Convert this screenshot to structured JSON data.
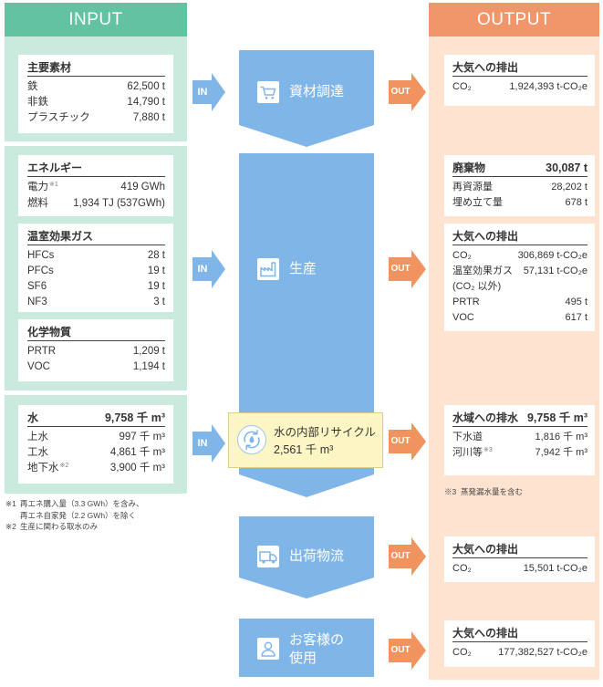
{
  "colors": {
    "input_accent": "#63c2a2",
    "input_bg": "#c9eadc",
    "output_accent": "#f1966b",
    "output_bg": "#fde3d0",
    "flow_blue": "#80b6e7",
    "out_arrow": "#f0935e",
    "recycle_bg": "#fcf6c4",
    "recycle_border": "#d8cf8b"
  },
  "input": {
    "header": "INPUT",
    "materials": {
      "title": "主要素材",
      "items": [
        {
          "label": "鉄",
          "value": "62,500 t"
        },
        {
          "label": "非鉄",
          "value": "14,790 t"
        },
        {
          "label": "プラスチック",
          "value": "7,880 t"
        }
      ]
    },
    "energy": {
      "title": "エネルギー",
      "items": [
        {
          "label": "電力",
          "note": "※1",
          "value": "419 GWh"
        },
        {
          "label": "燃料",
          "value": "1,934 TJ (537GWh)"
        }
      ]
    },
    "ghg": {
      "title": "温室効果ガス",
      "items": [
        {
          "label": "HFCs",
          "value": "28 t"
        },
        {
          "label": "PFCs",
          "value": "19 t"
        },
        {
          "label": "SF6",
          "value": "19 t"
        },
        {
          "label": "NF3",
          "value": "3 t"
        }
      ]
    },
    "chemicals": {
      "title": "化学物質",
      "items": [
        {
          "label": "PRTR",
          "value": "1,209 t"
        },
        {
          "label": "VOC",
          "value": "1,194 t"
        }
      ]
    },
    "water": {
      "title": "水",
      "total": "9,758 千 m³",
      "items": [
        {
          "label": "上水",
          "value": "997 千 m³"
        },
        {
          "label": "工水",
          "value": "4,861 千 m³"
        },
        {
          "label": "地下水",
          "note": "※2",
          "value": "3,900 千 m³"
        }
      ]
    },
    "footnotes": [
      {
        "mark": "※1",
        "lines": [
          "再エネ購入量（3.3 GWh）を含み、",
          "再エネ自家発（2.2 GWh）を除く"
        ]
      },
      {
        "mark": "※2",
        "lines": [
          "生産に関わる取水のみ"
        ]
      }
    ]
  },
  "process": {
    "in_label": "IN",
    "out_label": "OUT",
    "stages": [
      {
        "label": "資材調達",
        "icon": "cart-icon"
      },
      {
        "label": "生産",
        "icon": "factory-icon"
      },
      {
        "label": "出荷物流",
        "icon": "truck-icon"
      },
      {
        "label_lines": [
          "お客様の",
          "使用"
        ],
        "icon": "person-icon"
      }
    ],
    "water_recycle": {
      "title": "水の内部リサイクル",
      "value": "2,561 千 m³",
      "icon": "water-recycle-icon"
    }
  },
  "output": {
    "header": "OUTPUT",
    "procurement_air": {
      "title": "大気への排出",
      "items": [
        {
          "label": "CO₂",
          "value": "1,924,393 t-CO₂e"
        }
      ]
    },
    "waste": {
      "title": "廃棄物",
      "total": "30,087 t",
      "items": [
        {
          "label": "再資源量",
          "value": "28,202 t"
        },
        {
          "label": "埋め立て量",
          "value": "678 t"
        }
      ]
    },
    "production_air": {
      "title": "大気への排出",
      "items": [
        {
          "label": "CO₂",
          "value": "306,869 t-CO₂e"
        },
        {
          "label": "温室効果ガス",
          "value": "57,131 t-CO₂e",
          "sub": "(CO₂ 以外)"
        },
        {
          "label": "PRTR",
          "value": "495 t"
        },
        {
          "label": "VOC",
          "value": "617 t"
        }
      ]
    },
    "water_discharge": {
      "title": "水域への排水",
      "total": "9,758 千 m³",
      "items": [
        {
          "label": "下水道",
          "value": "1,816 千 m³"
        },
        {
          "label": "河川等",
          "note": "※3",
          "value": "7,942 千 m³"
        }
      ]
    },
    "footnote": {
      "mark": "※3",
      "text": "蒸発漏水量を含む"
    },
    "logistics_air": {
      "title": "大気への排出",
      "items": [
        {
          "label": "CO₂",
          "value": "15,501 t-CO₂e"
        }
      ]
    },
    "use_air": {
      "title": "大気への排出",
      "items": [
        {
          "label": "CO₂",
          "value": "177,382,527 t-CO₂e"
        }
      ]
    }
  }
}
